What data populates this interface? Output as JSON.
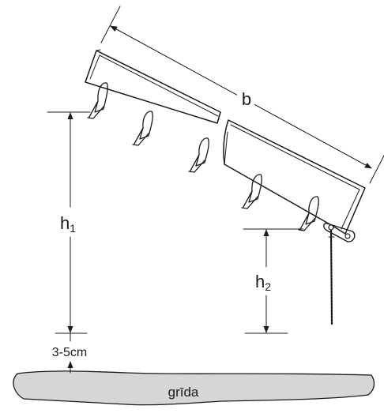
{
  "labels": {
    "width": "b",
    "height1_main": "h",
    "height1_sub": "1",
    "height2_main": "h",
    "height2_sub": "2",
    "gap": "3-5cm",
    "floor": "grīda"
  },
  "colors": {
    "line": "#1a1a1a",
    "floor_fill": "#d6d6d6",
    "background": "#ffffff"
  }
}
